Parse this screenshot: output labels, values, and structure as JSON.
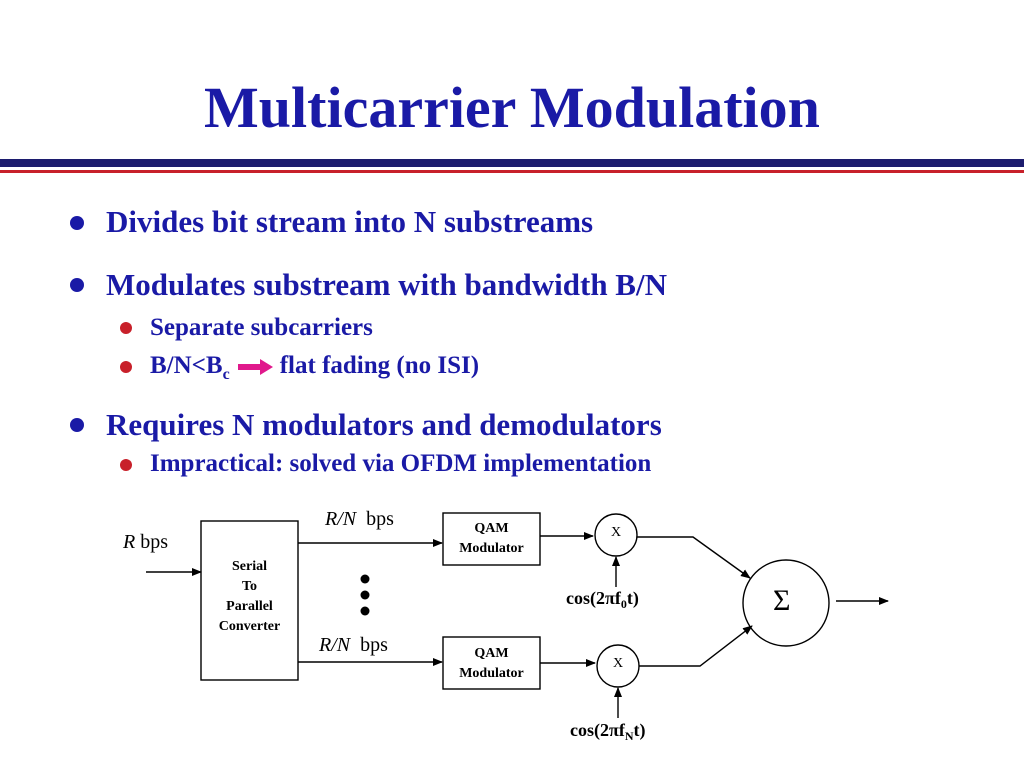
{
  "slide": {
    "title": "Multicarrier Modulation",
    "colors": {
      "title": "#1a1aa6",
      "sub_bullet": "#c8202a",
      "rule_navy": "#1c1c6e",
      "rule_red": "#c8202a",
      "arrow": "#e0198c"
    }
  },
  "bullets": [
    {
      "text": "Divides bit stream into N substreams"
    },
    {
      "text": "Modulates substream with bandwidth B/N",
      "sub": [
        {
          "text": "Separate subcarriers"
        },
        {
          "pre": "B/N<B",
          "subscript": "c",
          "arrow_icon": "right-arrow-icon",
          "post": "flat fading (no ISI)"
        }
      ]
    },
    {
      "text": "Requires N modulators and demodulators",
      "sub": [
        {
          "text": "Impractical: solved via OFDM implementation"
        }
      ]
    }
  ],
  "diagram": {
    "input_rate_var": "R",
    "input_rate_unit": "bps",
    "converter_lines": [
      "Serial",
      "To",
      "Parallel",
      "Converter"
    ],
    "branch_rate_var": "R/N",
    "branch_rate_unit": "bps",
    "modulator_lines": [
      "QAM",
      "Modulator"
    ],
    "multiplier_symbol": "X",
    "carrier_top": {
      "pre": "cos(2",
      "pi": "π",
      "f": "f",
      "sub": "0",
      "post": "t)"
    },
    "carrier_bottom": {
      "pre": "cos(2",
      "pi": "π",
      "f": "f",
      "sub": "N",
      "post": "t)"
    },
    "sum_symbol": "Σ",
    "ellipsis_icon": "vertical-ellipsis-icon"
  }
}
